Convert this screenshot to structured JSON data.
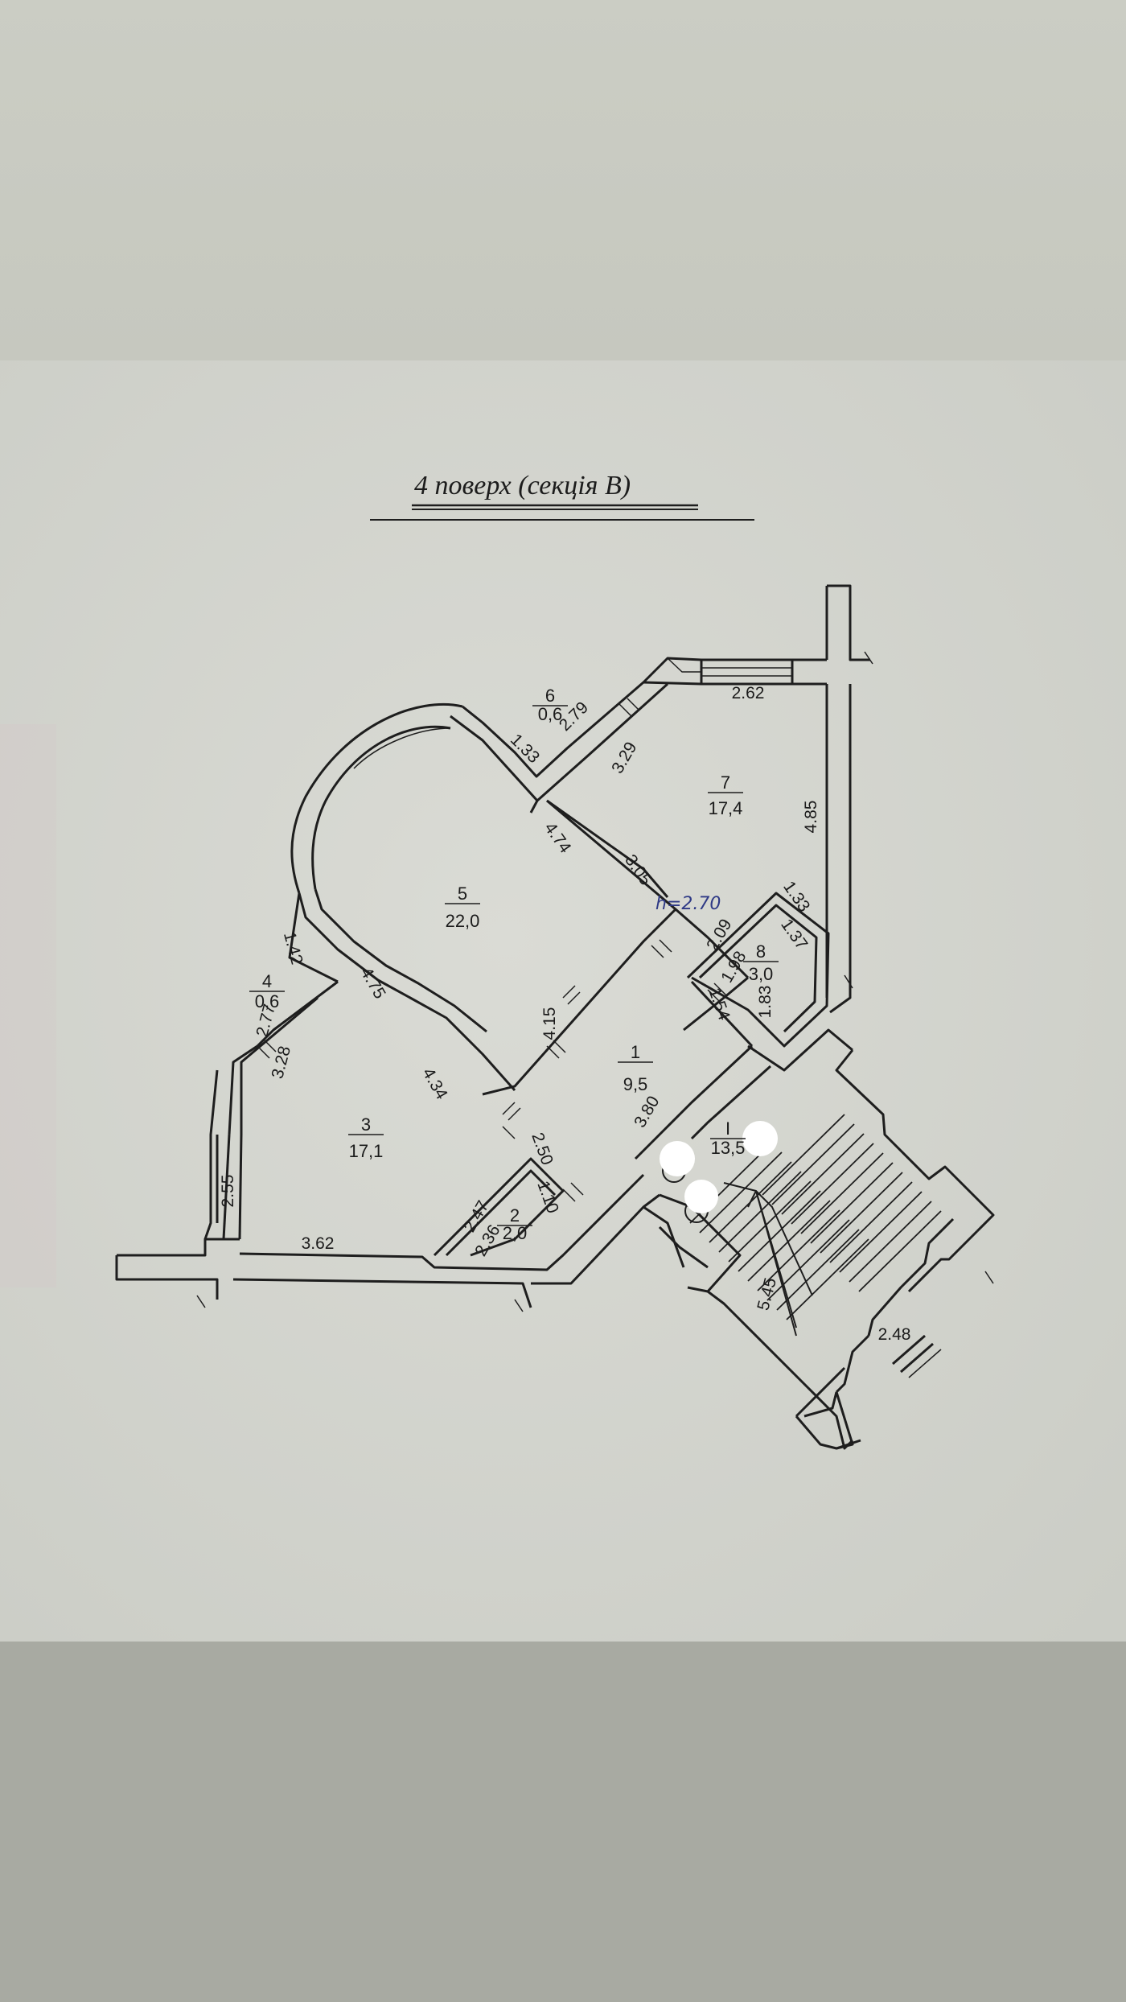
{
  "colors": {
    "outer_top": "#cfd1c8",
    "outer_bottom": "#a9aba3",
    "paper": "#d6d8d2",
    "wall_line": "#1e1e1e",
    "handwriting": "#2f3a86"
  },
  "plan": {
    "title": "4 поверх    (секція В)",
    "handwritten_note": "h=2.70",
    "rooms": [
      {
        "id": "room-1",
        "number": "1",
        "area": "9,5"
      },
      {
        "id": "room-2",
        "number": "2",
        "area": "2,0"
      },
      {
        "id": "room-3",
        "number": "3",
        "area": "17,1"
      },
      {
        "id": "room-4",
        "number": "4",
        "area": "0,6"
      },
      {
        "id": "room-5",
        "number": "5",
        "area": "22,0"
      },
      {
        "id": "room-6",
        "number": "6",
        "area": "0,6"
      },
      {
        "id": "room-7",
        "number": "7",
        "area": "17,4"
      },
      {
        "id": "room-8",
        "number": "8",
        "area": "3,0"
      },
      {
        "id": "room-stair",
        "number": "I",
        "area": "13,5"
      }
    ],
    "dimensions": [
      "2.62",
      "4.85",
      "2.79",
      "1.33",
      "3.29",
      "4.74",
      "3.05",
      "1.33",
      "2.09",
      "1.37",
      "1.98",
      "1.83",
      "1.54",
      "4.75",
      "4.15",
      "1.42",
      "2.77",
      "3.28",
      "4.34",
      "3.80",
      "2.50",
      "1.10",
      "2.47",
      "2.36",
      "2.55",
      "3.62",
      "5.45",
      "2.48"
    ]
  }
}
